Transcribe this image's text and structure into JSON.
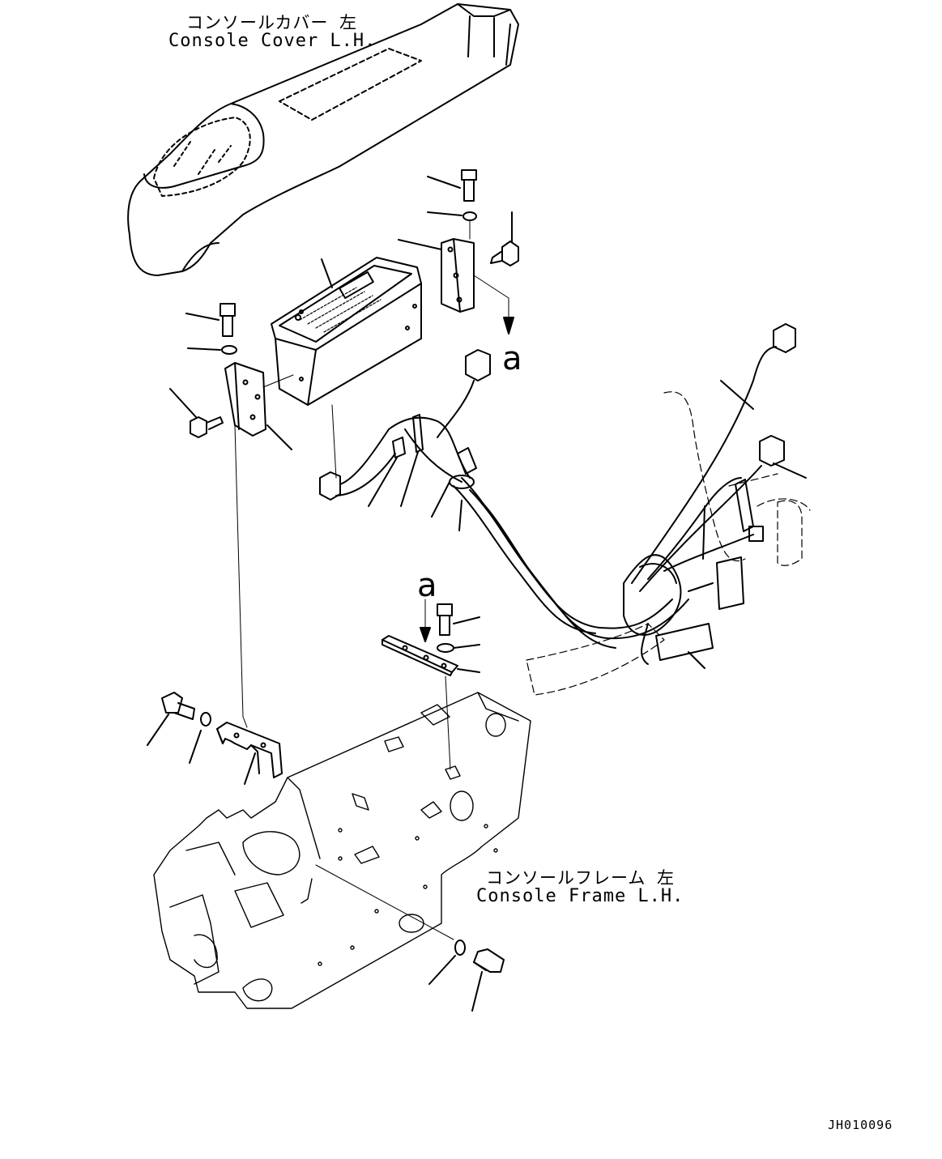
{
  "labels": {
    "cover_jp": "コンソールカバー 左",
    "cover_en": "Console Cover L.H.",
    "frame_jp": "コンソールフレーム 左",
    "frame_en": "Console Frame L.H.",
    "ref_a_upper": "a",
    "ref_a_lower": "a",
    "drawing_code": "JH010096"
  }
}
